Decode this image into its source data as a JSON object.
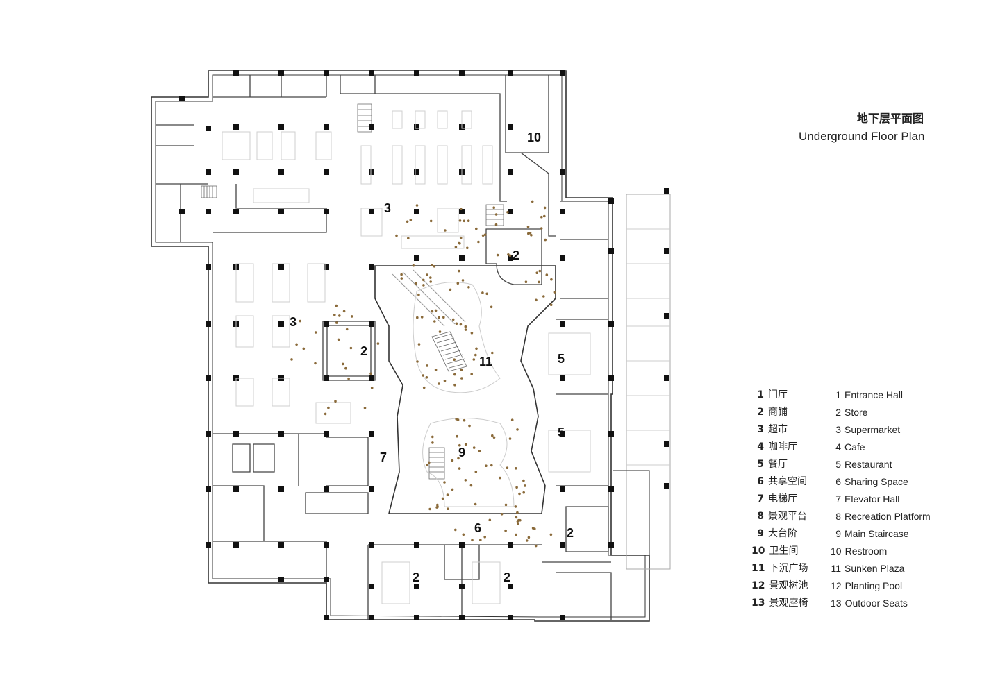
{
  "title": {
    "zh": "地下层平面图",
    "en": "Underground Floor Plan"
  },
  "legend": [
    {
      "num": "1",
      "zh": "门厅",
      "en": "Entrance Hall"
    },
    {
      "num": "2",
      "zh": "商铺",
      "en": "Store"
    },
    {
      "num": "3",
      "zh": "超市",
      "en": "Supermarket"
    },
    {
      "num": "4",
      "zh": "咖啡厅",
      "en": "Cafe"
    },
    {
      "num": "5",
      "zh": "餐厅",
      "en": "Restaurant"
    },
    {
      "num": "6",
      "zh": "共享空间",
      "en": "Sharing Space"
    },
    {
      "num": "7",
      "zh": "电梯厅",
      "en": "Elevator Hall"
    },
    {
      "num": "8",
      "zh": "景观平台",
      "en": "Recreation Platform"
    },
    {
      "num": "9",
      "zh": "大台阶",
      "en": "Main Staircase"
    },
    {
      "num": "10",
      "zh": "卫生间",
      "en": "Restroom"
    },
    {
      "num": "11",
      "zh": "下沉广场",
      "en": "Sunken Plaza"
    },
    {
      "num": "12",
      "zh": "景观树池",
      "en": "Planting Pool"
    },
    {
      "num": "13",
      "zh": "景观座椅",
      "en": "Outdoor Seats"
    }
  ],
  "room_labels": {
    "r10": "10",
    "r3a": "3",
    "r3b": "3",
    "r2a": "2",
    "r2b": "2",
    "r2c": "2",
    "r2d": "2",
    "r2e": "2",
    "r5a": "5",
    "r5b": "5",
    "r11": "11",
    "r9": "9",
    "r7": "7",
    "r6": "6"
  }
}
